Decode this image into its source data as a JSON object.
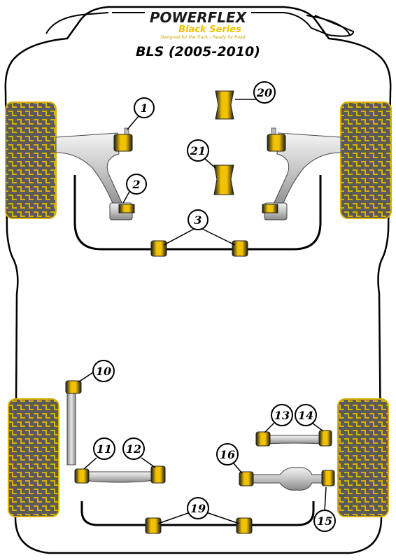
{
  "header": {
    "brand_name": "POWERFLEX",
    "brand_series": "Black Series",
    "tagline": "Designed for the Track – Ready for Road",
    "model": "BLS (2005-2010)"
  },
  "colors": {
    "bush_yellow": "#f2c200",
    "bush_black": "#1a1a1a",
    "tyre_grey": "#555555",
    "tyre_yellow": "#d9b000",
    "outline": "#000000"
  },
  "callouts": [
    {
      "id": "c1",
      "label": "1"
    },
    {
      "id": "c2",
      "label": "2"
    },
    {
      "id": "c3",
      "label": "3"
    },
    {
      "id": "c10",
      "label": "10"
    },
    {
      "id": "c11",
      "label": "11"
    },
    {
      "id": "c12",
      "label": "12"
    },
    {
      "id": "c13",
      "label": "13"
    },
    {
      "id": "c14",
      "label": "14"
    },
    {
      "id": "c15",
      "label": "15"
    },
    {
      "id": "c16",
      "label": "16"
    },
    {
      "id": "c19",
      "label": "19"
    },
    {
      "id": "c20",
      "label": "20"
    },
    {
      "id": "c21",
      "label": "21"
    }
  ]
}
